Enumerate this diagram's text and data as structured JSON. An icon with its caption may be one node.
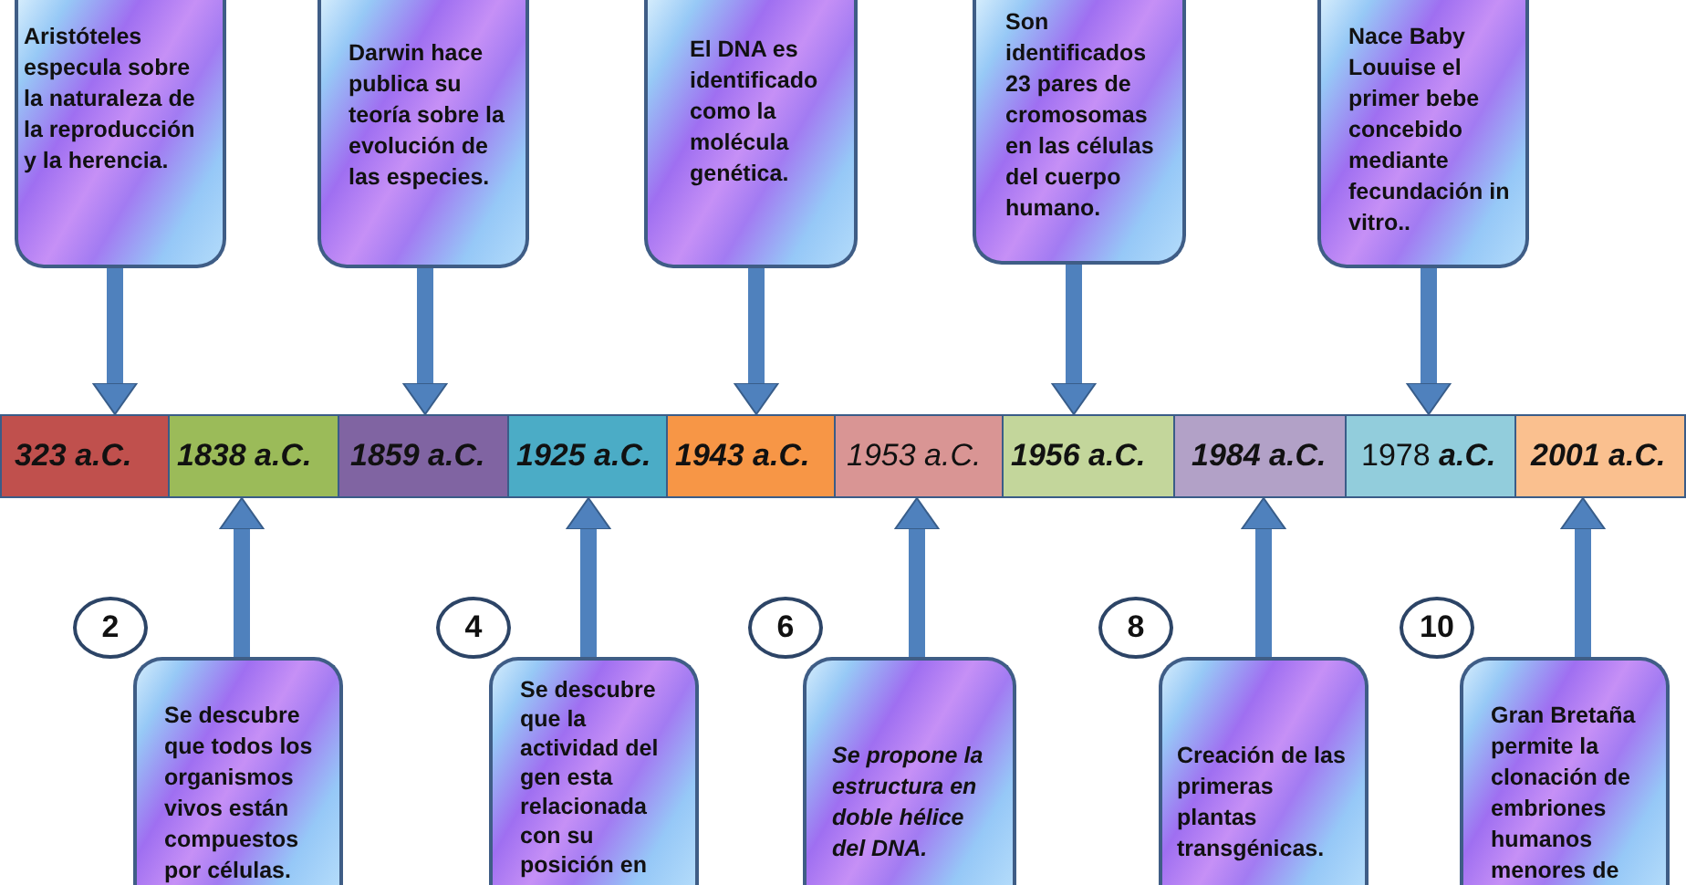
{
  "diagram": {
    "nodes": [
      {
        "text": [
          "Aristóteles especula sobre la naturaleza de la reproducción y la herencia."
        ]
      },
      {
        "text": [
          "Darwin hace publica su teoría sobre la evolución de las especies."
        ]
      },
      {
        "text": [
          "El DNA es identificado como la molécula genética."
        ]
      },
      {
        "text": [
          "Son identificados 23 pares de cromosomas en las células del cuerpo humano."
        ]
      },
      {
        "text": [
          "Nace Baby Louuise el primer bebe concebido mediante fecundación in vitro.."
        ]
      },
      {
        "text": [
          "323 a.C."
        ]
      },
      {
        "text": [
          "1838 a.C."
        ]
      },
      {
        "text": [
          "1859 a.C."
        ]
      },
      {
        "text": [
          "1925 a.C."
        ]
      },
      {
        "text": [
          "1943 a.C."
        ]
      },
      {
        "text": [
          "1953 a.C."
        ]
      },
      {
        "text": [
          "1956 a.C."
        ]
      },
      {
        "text": [
          "1984 a.C."
        ]
      },
      {
        "text": [
          "1978 **a.C.**"
        ]
      },
      {
        "text": [
          "2001 a.C."
        ]
      },
      {
        "text": [
          "2"
        ]
      },
      {
        "text": [
          "4"
        ]
      },
      {
        "text": [
          "6"
        ]
      },
      {
        "text": [
          "8"
        ]
      },
      {
        "text": [
          "10"
        ]
      },
      {
        "text": [
          "Se descubre que todos los organismos vivos están compuestos por células."
        ]
      },
      {
        "text": [
          "Se descubre que la actividad del gen esta relacionada con su posición en"
        ]
      },
      {
        "text": [
          "Se propone la estructura en doble hélice del DNA."
        ]
      },
      {
        "text": [
          "Creación de las primeras plantas transgénicas."
        ]
      },
      {
        "text": [
          "Gran Bretaña permite la clonación de embriones humanos menores de"
        ]
      }
    ],
    "edges": [
      {
        "from": 0,
        "to": 5,
        "arrow": "to"
      },
      {
        "from": 1,
        "to": 7,
        "arrow": "to"
      },
      {
        "from": 2,
        "to": 9,
        "arrow": "to"
      },
      {
        "from": 3,
        "to": 11,
        "arrow": "to"
      },
      {
        "from": 4,
        "to": 13,
        "arrow": "to"
      },
      {
        "from": 20,
        "to": 6,
        "arrow": "to"
      },
      {
        "from": 21,
        "to": 8,
        "arrow": "to"
      },
      {
        "from": 22,
        "to": 10,
        "arrow": "to"
      },
      {
        "from": 23,
        "to": 12,
        "arrow": "to"
      },
      {
        "from": 24,
        "to": 14,
        "arrow": "to"
      }
    ]
  }
}
